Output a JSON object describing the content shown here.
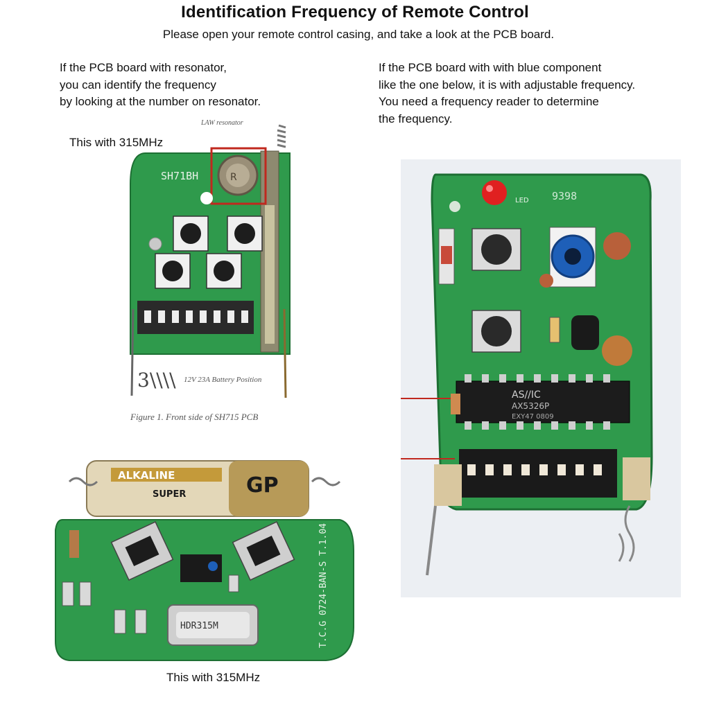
{
  "header": {
    "title": "Identification Frequency of Remote Control",
    "subtitle": "Please open your remote control casing, and take a look at the PCB board."
  },
  "left_intro": {
    "lines": [
      "If the PCB board with resonator,",
      "you can identify the frequency",
      "by looking at the number on resonator."
    ]
  },
  "right_intro": {
    "lines": [
      "If the PCB board with with blue component",
      "like the one below, it is with adjustable frequency.",
      "You need a frequency reader to determine",
      "the frequency."
    ]
  },
  "figure1": {
    "caption_top": "This with 315MHz",
    "label_resonator": "LAW resonator",
    "chip_text": "SH71BH",
    "battery_text": "12V 23A Battery Position",
    "figure_caption": "Figure 1. Front side of SH715 PCB"
  },
  "figure2": {
    "battery_brand": "GP",
    "battery_type": "ALKALINE",
    "battery_super": "SUPER",
    "crystal_text": "HDR315M",
    "board_text": "T.C.G 0724-BAN-S T.1.04",
    "caption_bottom": "This with 315MHz"
  },
  "figure3": {
    "ic_text_1": "AS//IC",
    "ic_text_2": "AX5326P",
    "ic_text_3": "EXY47 0809",
    "led_label": "LED",
    "board_code": "9398"
  },
  "colors": {
    "pcb_green": "#2f9a4c",
    "pcb_green_dark": "#217a38",
    "adjustable_blue": "#1e5fb8",
    "led_red": "#e02020",
    "pointer_red": "#c0281e"
  }
}
